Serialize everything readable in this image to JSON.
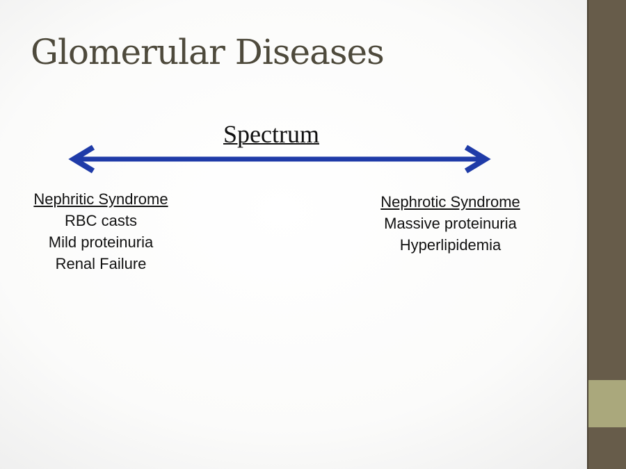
{
  "slide": {
    "title": "Glomerular Diseases",
    "spectrum_label": "Spectrum",
    "left": {
      "heading": "Nephritic Syndrome",
      "items": [
        "RBC casts",
        "Mild proteinuria",
        "Renal Failure"
      ]
    },
    "right": {
      "heading": "Nephrotic Syndrome",
      "items": [
        "Massive proteinuria",
        "Hyperlipidemia"
      ]
    }
  },
  "colors": {
    "arrow": "#1f3ba8",
    "title": "#4e4a3c",
    "sidebar": "#675c4a",
    "sidebar_band": "#aaa87c"
  }
}
